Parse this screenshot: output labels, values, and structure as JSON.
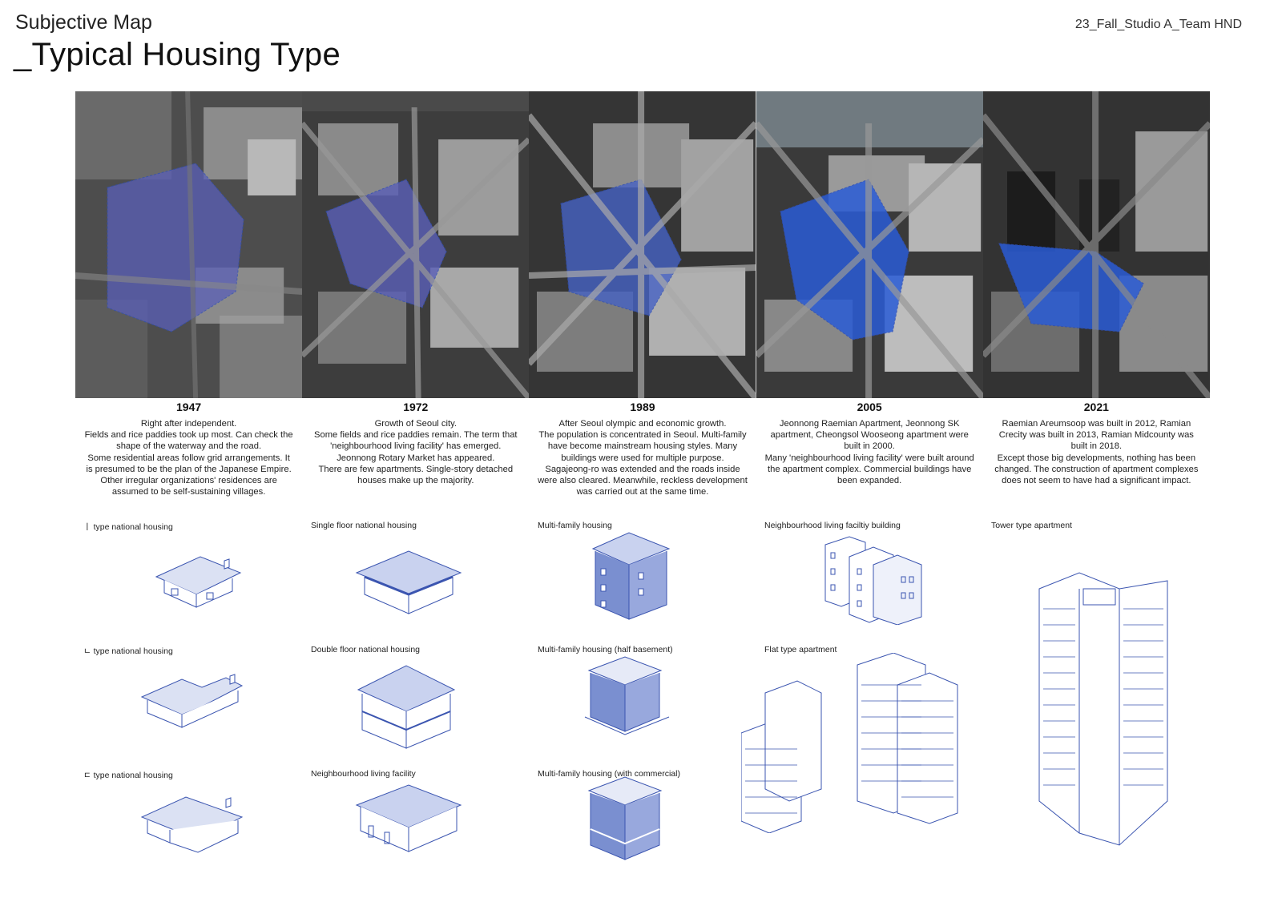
{
  "header": {
    "subtitle": "Subjective Map",
    "title": "_Typical Housing Type",
    "team": "23_Fall_Studio A_Team HND"
  },
  "colors": {
    "accent": "#2f4fb5",
    "line": "#3b55b0"
  },
  "periods": [
    {
      "year": "1947",
      "description": "Right after independent.\nFields and rice paddies took up most. Can check the shape of the waterway and the road.\nSome residential areas follow grid arrangements. It is presumed to be the plan of the Japanese Empire. Other irregular organizations' residences are assumed to be self-sustaining villages."
    },
    {
      "year": "1972",
      "description": "Growth of Seoul city.\nSome fields and rice paddies remain. The term that 'neighbourhood living facility' has emerged.\nJeonnong Rotary Market has appeared.\nThere are few apartments. Single-story detached houses make up the majority."
    },
    {
      "year": "1989",
      "description": "After Seoul olympic and economic growth.\nThe population is concentrated in Seoul. Multi-family have become mainstream housing styles. Many buildings were used for multiple purpose. Sagajeong-ro was extended and the roads inside were also cleared. Meanwhile, reckless development was carried out at the same time."
    },
    {
      "year": "2005",
      "description": "Jeonnong Raemian Apartment, Jeonnong SK apartment, Cheongsol Wooseong apartment were built in 2000.\nMany 'neighbourhood living facility' were built around the apartment complex. Commercial buildings have been expanded."
    },
    {
      "year": "2021",
      "description": "Raemian Areumsoop was built in 2012, Ramian Crecity was built in 2013, Ramian Midcounty was built in 2018.\nExcept those big developments, nothing has been changed. The construction of apartment complexes does not seem to have had a significant impact."
    }
  ],
  "housing_types": {
    "t1947_a": "ㅣ type national housing",
    "t1947_b": "ㄴ type national housing",
    "t1947_c": "ㄷ type national housing",
    "t1972_a": "Single floor national housing",
    "t1972_b": "Double floor national housing",
    "t1972_c": "Neighbourhood living facility",
    "t1989_a": "Multi-family housing",
    "t1989_b": "Multi-family housing (half basement)",
    "t1989_c": "Multi-family housing (with commercial)",
    "t2005_a": "Neighbourhood living faciltiy building",
    "t2005_b": "Flat type apartment",
    "t2021_a": "Tower type apartment"
  }
}
